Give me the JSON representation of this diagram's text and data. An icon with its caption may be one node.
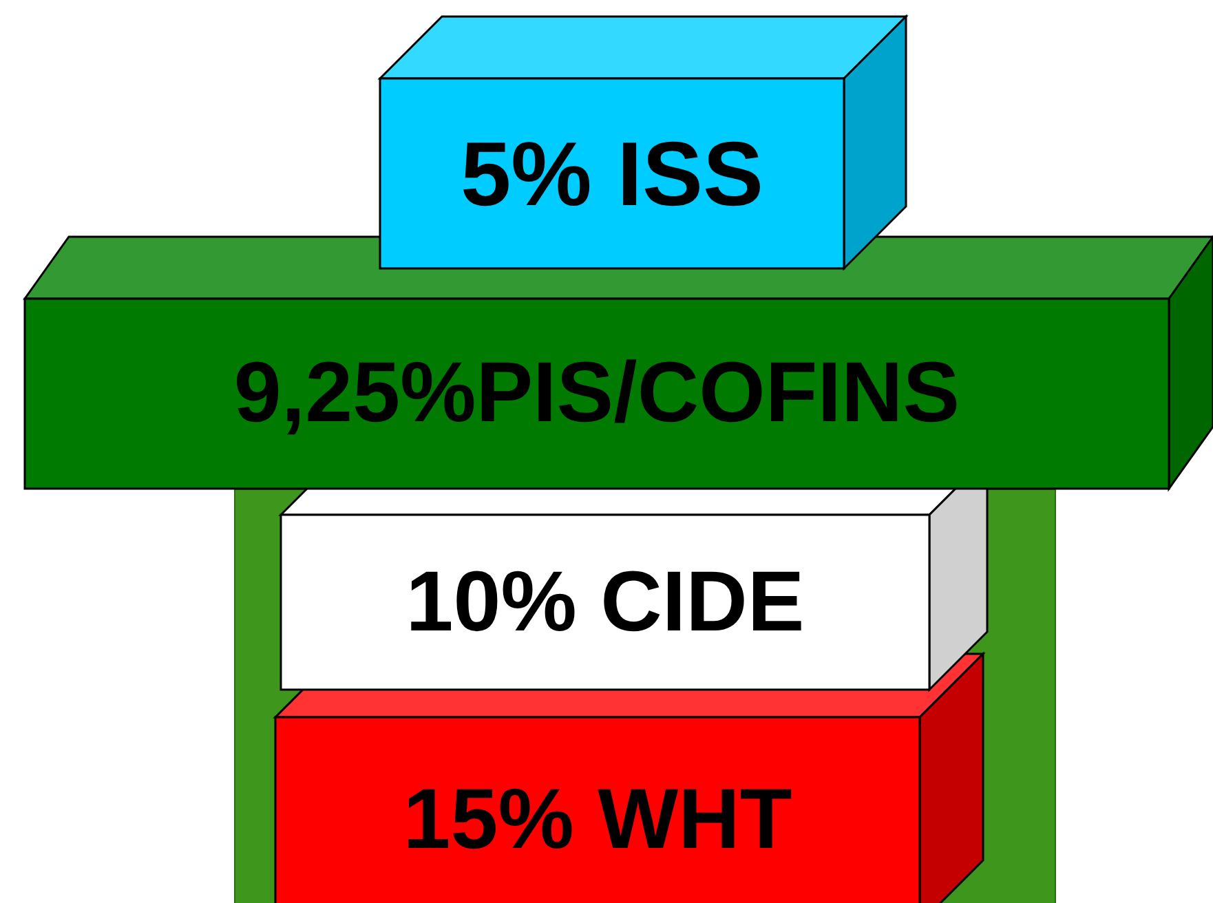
{
  "diagram": {
    "nodes": [
      {
        "text": [
          "5% ISS"
        ]
      },
      {
        "text": [
          "9,25%PIS/COFINS"
        ]
      },
      {
        "text": [],
        "shape": "box"
      },
      {
        "text": [
          "10% CIDE"
        ],
        "in": 2
      },
      {
        "text": [
          "15% WHT"
        ],
        "in": 2
      }
    ]
  }
}
